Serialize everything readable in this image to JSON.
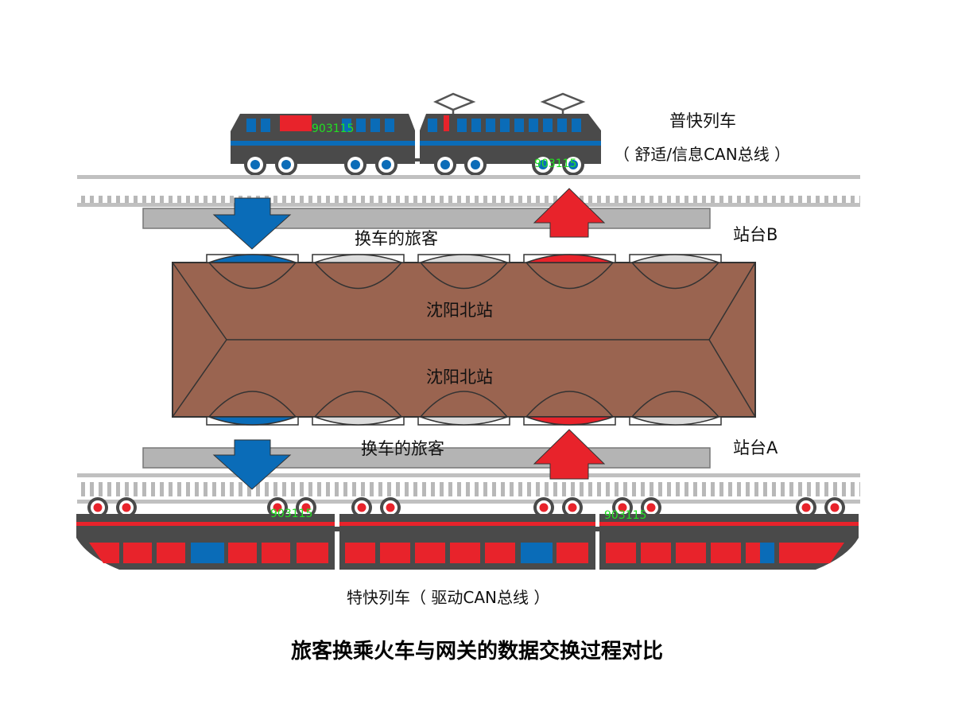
{
  "ordinary_train": {
    "title": "普快列车",
    "bus": "（ 舒适/信息CAN总线 ）",
    "car_codes": [
      "903115",
      "903115"
    ]
  },
  "express_train": {
    "label": "特快列车（ 驱动CAN总线 ）",
    "car_codes": [
      "903115",
      "903115"
    ]
  },
  "platforms": {
    "b": "站台B",
    "a": "站台A"
  },
  "station": {
    "name_top": "沈阳北站",
    "name_bottom": "沈阳北站"
  },
  "passengers": {
    "upper": "换车的旅客",
    "lower": "换车的旅客"
  },
  "caption": "旅客换乘火车与网关的数据交换过程对比",
  "colors": {
    "blue": "#0a6cb8",
    "red": "#e8232b",
    "train_body": "#4a4a4a",
    "roof": "#9a6450",
    "platform": "#b4b4b4",
    "code_green": "#22e022"
  }
}
